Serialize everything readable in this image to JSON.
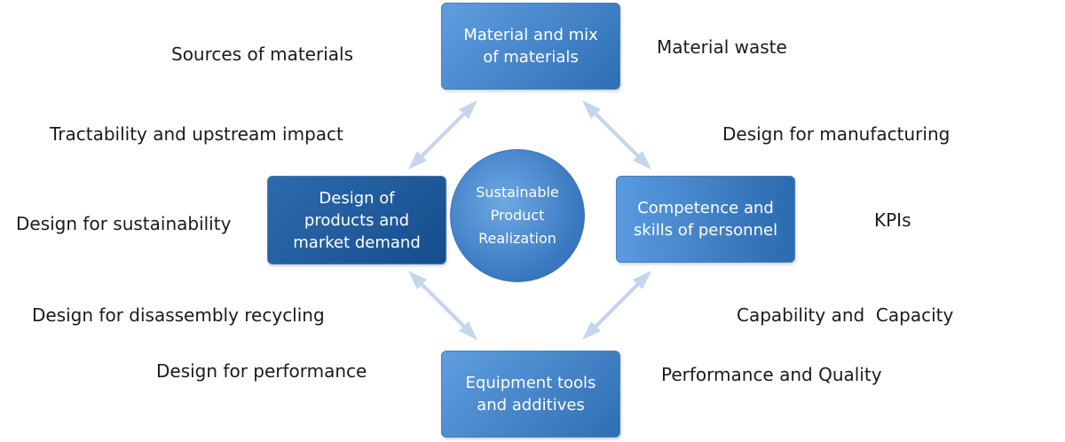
{
  "nodes": {
    "top": "Material and mix\nof materials",
    "left": "Design of\nproducts and\nmarket demand",
    "right": "Competence and\nskills of personnel",
    "bottom": "Equipment tools\nand additives",
    "center": "Sustainable\nProduct\nRealization"
  },
  "labels": {
    "sources_of_materials": "Sources of materials",
    "material_waste": "Material waste",
    "tractability": "Tractability and upstream impact",
    "design_for_manufacturing": "Design for manufacturing",
    "design_for_sustainability": "Design for sustainability",
    "kpis": "KPIs",
    "design_for_disassembly": "Design for disassembly recycling",
    "capability_capacity": "Capability and  Capacity",
    "design_for_performance": "Design for performance",
    "performance_quality": "Performance and Quality"
  },
  "colors": {
    "arrow": "#c5d6ec",
    "box_light": "#5f9ee0",
    "box_dark": "#164d8c",
    "text": "#1a1a1a"
  },
  "connections": [
    {
      "from": "top",
      "to": "left",
      "style": "double-arrow"
    },
    {
      "from": "top",
      "to": "right",
      "style": "double-arrow"
    },
    {
      "from": "left",
      "to": "bottom",
      "style": "double-arrow"
    },
    {
      "from": "right",
      "to": "bottom",
      "style": "double-arrow"
    }
  ]
}
